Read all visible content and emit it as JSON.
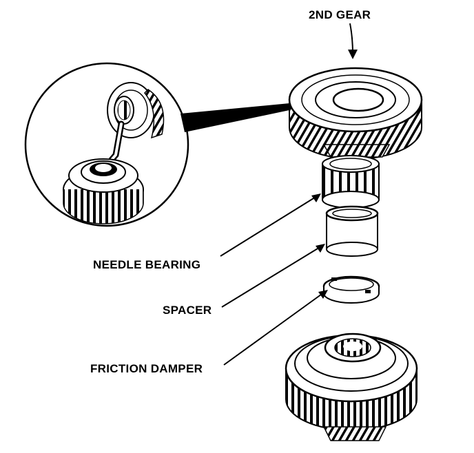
{
  "labels": {
    "second_gear": "2ND GEAR",
    "needle_bearing": "NEEDLE BEARING",
    "spacer": "SPACER",
    "friction_damper": "FRICTION DAMPER"
  },
  "colors": {
    "ink": "#000000",
    "paper": "#ffffff"
  }
}
